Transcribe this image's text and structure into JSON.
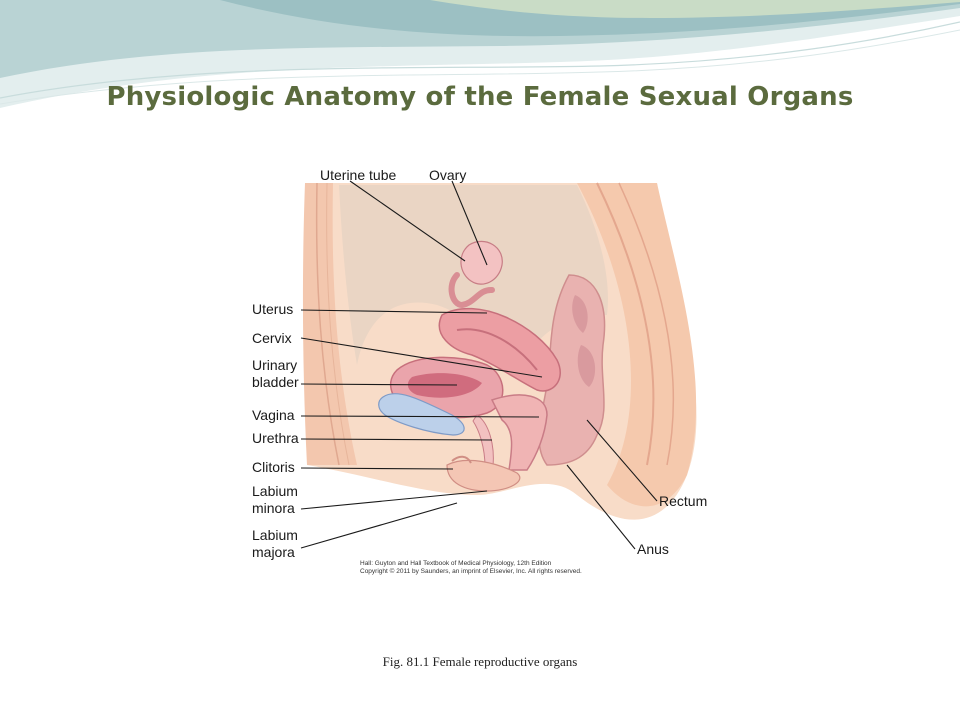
{
  "slide": {
    "title": "Physiologic Anatomy of the Female Sexual Organs",
    "caption": "Fig. 81.1  Female reproductive organs"
  },
  "figure": {
    "labels": {
      "uterine_tube": "Uterine tube",
      "ovary": "Ovary",
      "uterus": "Uterus",
      "cervix": "Cervix",
      "urinary_bladder_line1": "Urinary",
      "urinary_bladder_line2": "bladder",
      "vagina": "Vagina",
      "urethra": "Urethra",
      "clitoris": "Clitoris",
      "labium_minora_line1": "Labium",
      "labium_minora_line2": "minora",
      "labium_majora_line1": "Labium",
      "labium_majora_line2": "majora",
      "rectum": "Rectum",
      "anus": "Anus"
    },
    "credit_line1": "Hall: Guyton and Hall Textbook of Medical Physiology, 12th Edition",
    "credit_line2": "Copyright © 2011 by Saunders, an imprint of Elsevier, Inc. All rights reserved."
  },
  "colors": {
    "title": "#5b6b3e",
    "skin": "#f6cfb3",
    "tissue_pink": "#eba2a6",
    "uterus": "#e88f97",
    "bladder_inner": "#d06c7e",
    "cavity": "#e8d2c0",
    "swoosh_teal": "#a7c7c9",
    "swoosh_green": "#c4d7c2"
  }
}
